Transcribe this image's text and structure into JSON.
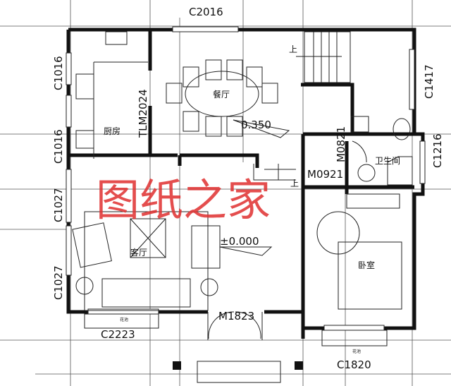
{
  "plan": {
    "rooms": {
      "kitchen": "厨房",
      "dining": "餐厅",
      "bathroom": "卫生间",
      "living": "客厅",
      "bedroom": "卧室"
    },
    "windows": {
      "top": "C2016",
      "left_upper": "C1016",
      "left_middle": "C1016",
      "left_lower_1": "C1027",
      "left_lower_2": "C1027",
      "right_upper": "C1417",
      "right_bath": "C1216",
      "bottom_left": "C2223",
      "bottom_right": "C1820"
    },
    "doors": {
      "kitchen_sliding": "TLM2024",
      "bath": "M0821",
      "bedroom": "M0921",
      "entrance": "M1823"
    },
    "stair_up_1": "上",
    "stair_up_2": "上",
    "levels": {
      "dining": "0.350",
      "living": "±0.000"
    },
    "planter_1": "花池",
    "planter_2": "花池"
  },
  "watermark": "图纸之家",
  "colors": {
    "walls": "#111111",
    "watermark": "#e03030"
  }
}
